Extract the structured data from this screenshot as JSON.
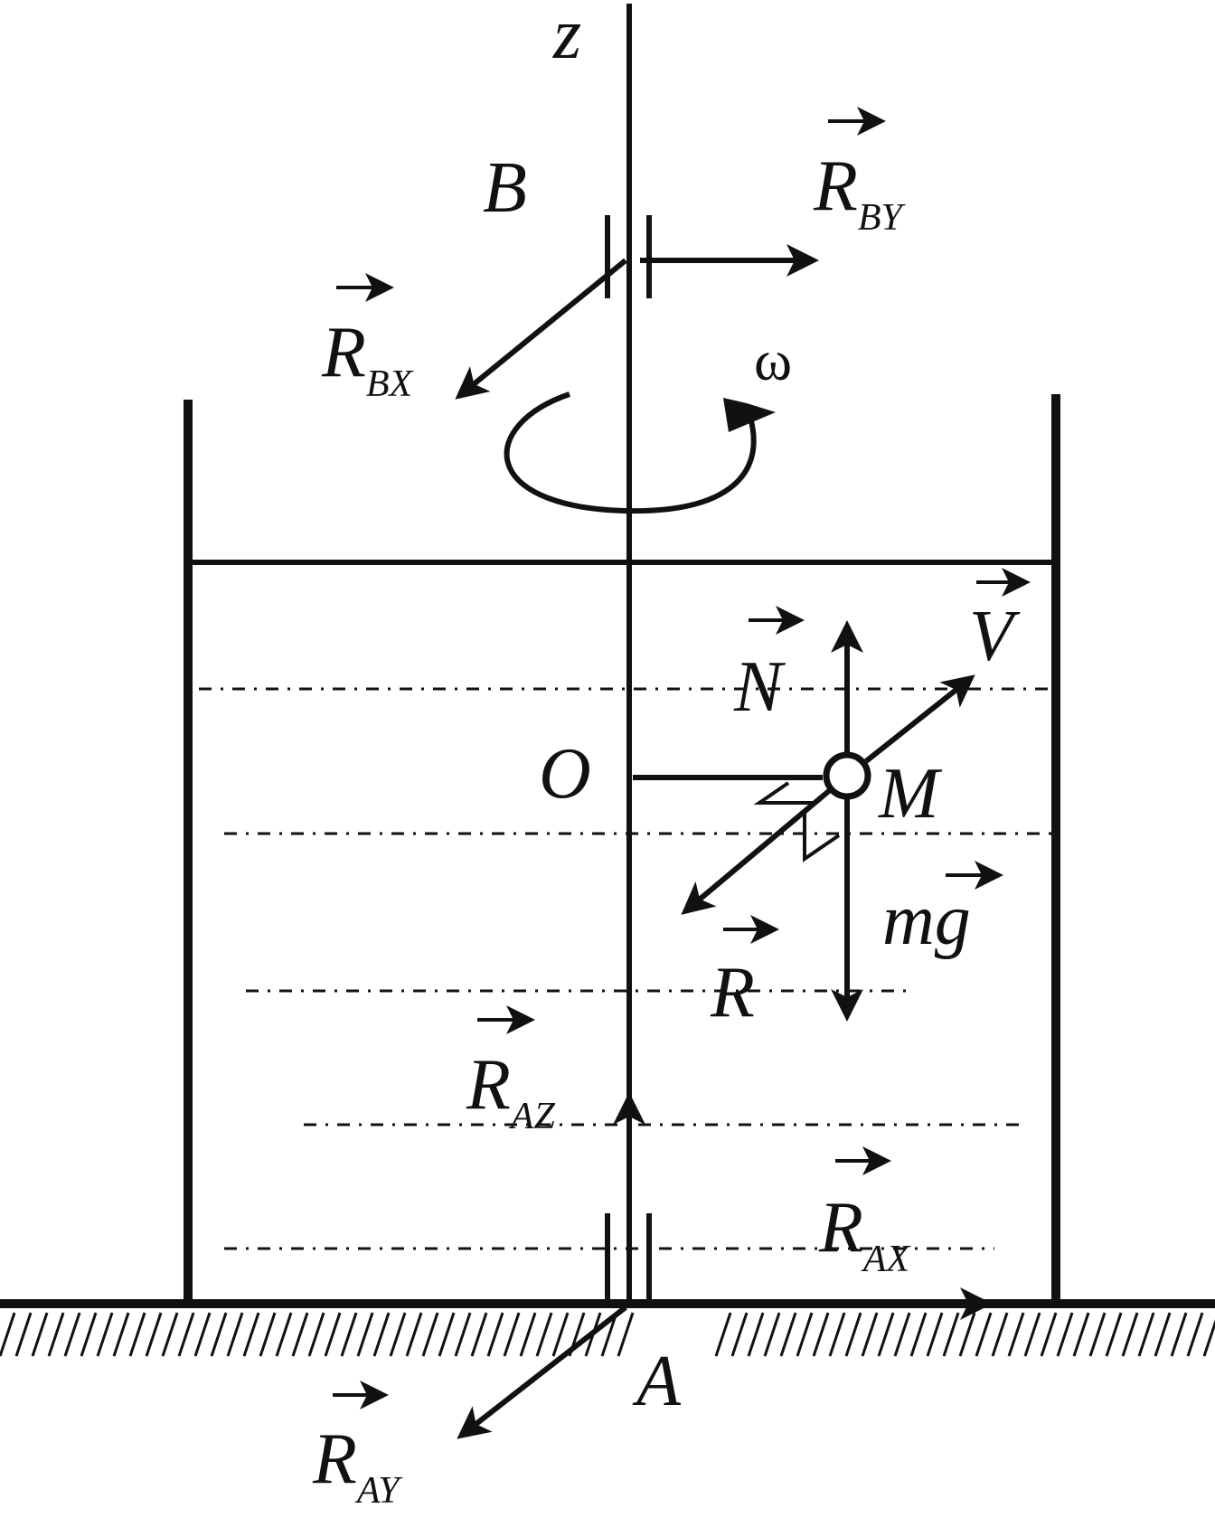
{
  "labels": {
    "z_axis": "z",
    "point_B": "B",
    "point_A": "A",
    "point_O": "O",
    "point_M": "M",
    "omega": "ω",
    "R_BY": {
      "main": "R",
      "sub": "BY"
    },
    "R_BX": {
      "main": "R",
      "sub": "BX"
    },
    "R_AZ": {
      "main": "R",
      "sub": "AZ"
    },
    "R_AX": {
      "main": "R",
      "sub": "AX"
    },
    "R_AY": {
      "main": "R",
      "sub": "AY"
    },
    "N": "N",
    "V": "V",
    "R": "R",
    "mg": "mg"
  },
  "colors": {
    "ink": "#111111",
    "background": "#ffffff"
  }
}
